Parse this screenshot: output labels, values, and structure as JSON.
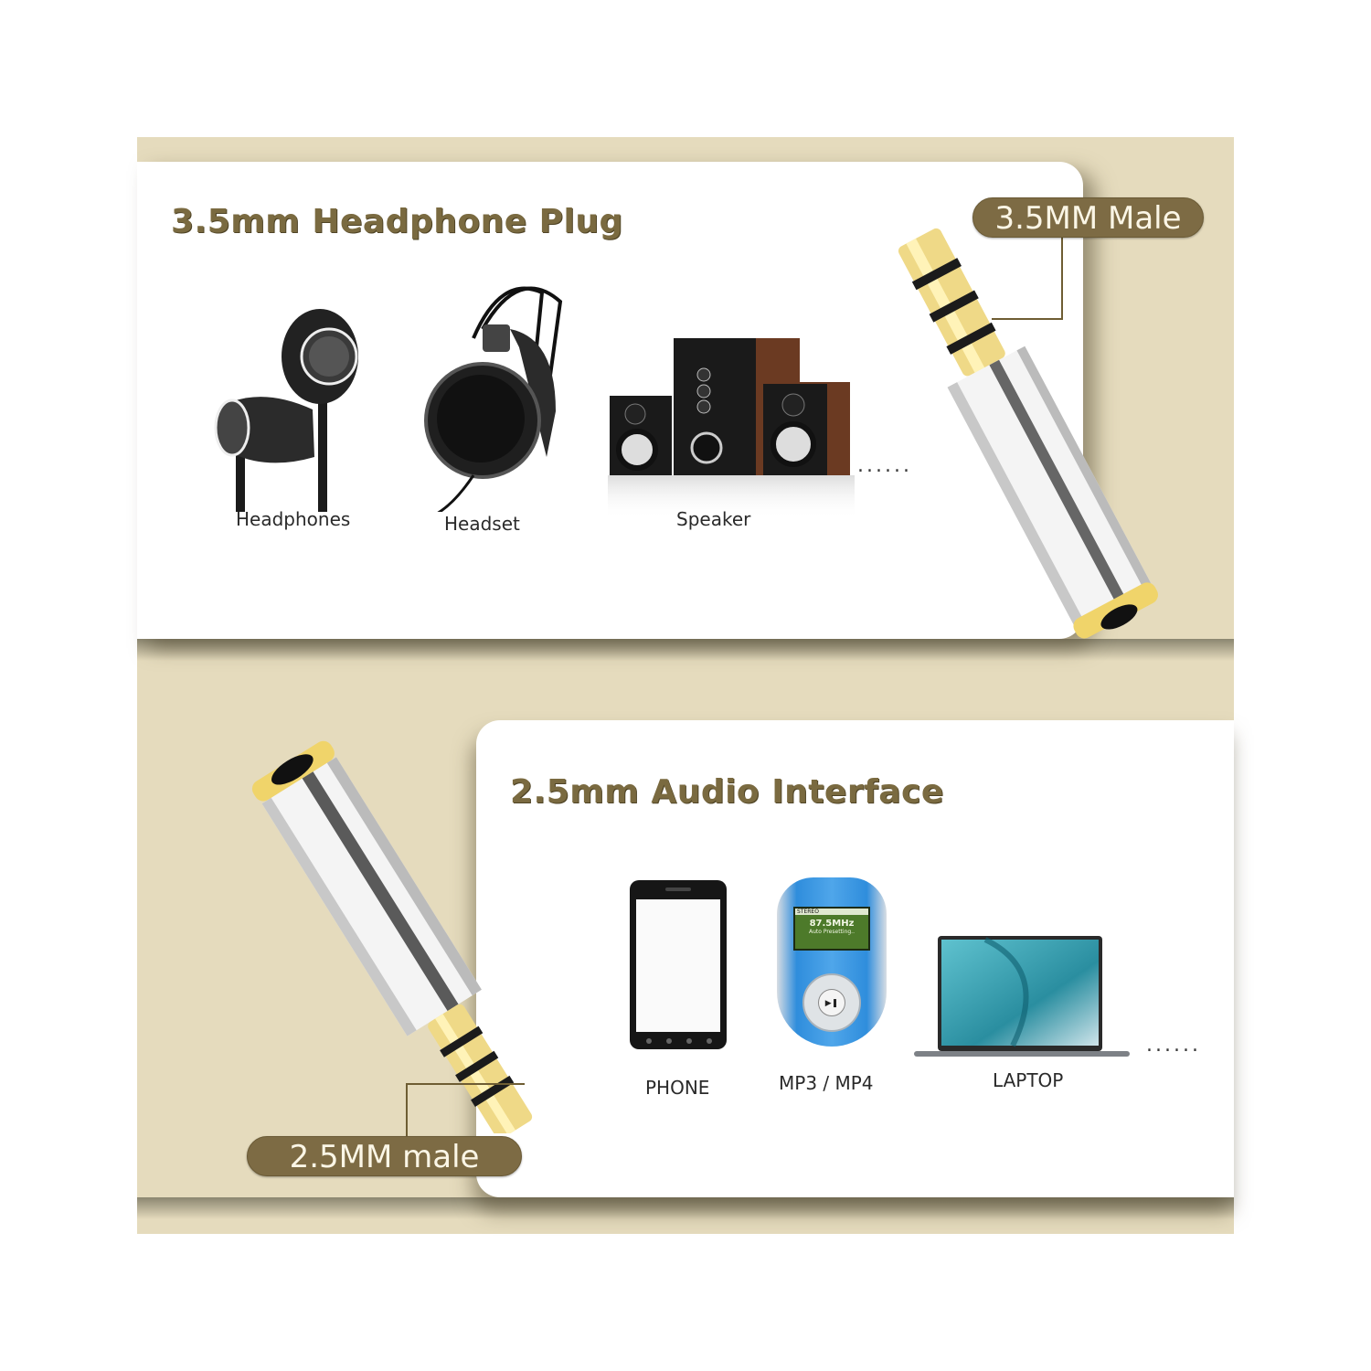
{
  "top_section": {
    "title": "3.5mm Headphone Plug",
    "plug_label": "3.5MM Male",
    "devices": [
      {
        "label": "Headphones",
        "icon": "earbuds-icon"
      },
      {
        "label": "Headset",
        "icon": "over-ear-headset-icon"
      },
      {
        "label": "Speaker",
        "icon": "speaker-system-icon"
      }
    ],
    "more": "......"
  },
  "bottom_section": {
    "title": "2.5mm Audio Interface",
    "plug_label": "2.5MM male",
    "devices": [
      {
        "label": "PHONE",
        "icon": "smartphone-icon"
      },
      {
        "label": "MP3 / MP4",
        "icon": "mp3-player-icon",
        "screen_text": "87.5MHz",
        "screen_subtext": "Auto Presetting..",
        "screen_status": "STEREO"
      },
      {
        "label": "LAPTOP",
        "icon": "laptop-icon"
      }
    ],
    "more": "......"
  },
  "colors": {
    "background_band": "#e5dbbd",
    "card": "#ffffff",
    "accent_brown": "#7d6b44",
    "title_text": "#7a6a40",
    "gold": "#e8d27a",
    "chrome": "#e9e9e9"
  }
}
